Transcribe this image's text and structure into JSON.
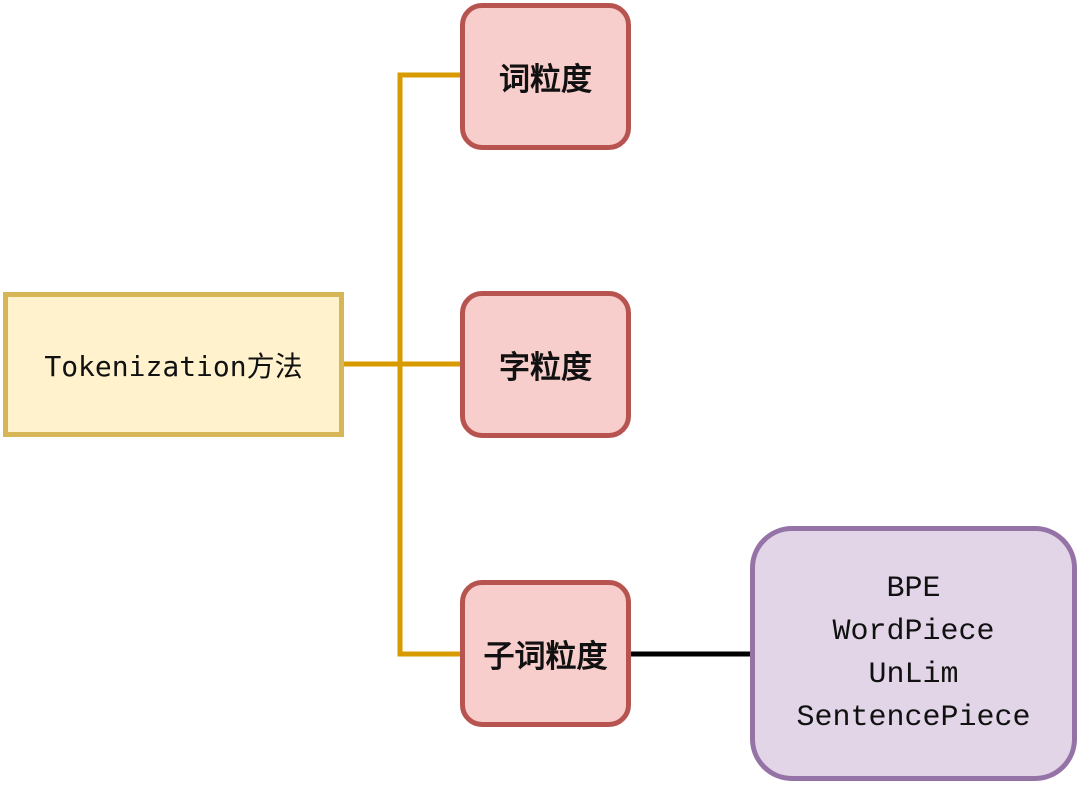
{
  "diagram": {
    "root": {
      "label": "Tokenization方法"
    },
    "children": [
      {
        "label": "词粒度"
      },
      {
        "label": "字粒度"
      },
      {
        "label": "子词粒度"
      }
    ],
    "subword_methods": {
      "items": [
        "BPE",
        "WordPiece",
        "UnLim",
        "SentencePiece"
      ]
    },
    "colors": {
      "root_fill": "#fff2cc",
      "root_border": "#d6b656",
      "child_fill": "#f8cecc",
      "child_border": "#b85450",
      "leaf_fill": "#e1d5e7",
      "leaf_border": "#9673a6",
      "connector": "#d79b00",
      "leaf_connector": "#000000"
    }
  }
}
